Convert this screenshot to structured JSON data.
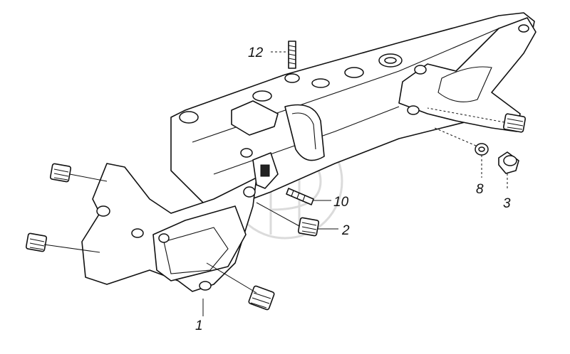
{
  "callouts": [
    {
      "id": "c1",
      "text": "1"
    },
    {
      "id": "c2",
      "text": "2"
    },
    {
      "id": "c3",
      "text": "3"
    },
    {
      "id": "c8",
      "text": "8"
    },
    {
      "id": "c10",
      "text": "10"
    },
    {
      "id": "c12",
      "text": "12"
    }
  ]
}
